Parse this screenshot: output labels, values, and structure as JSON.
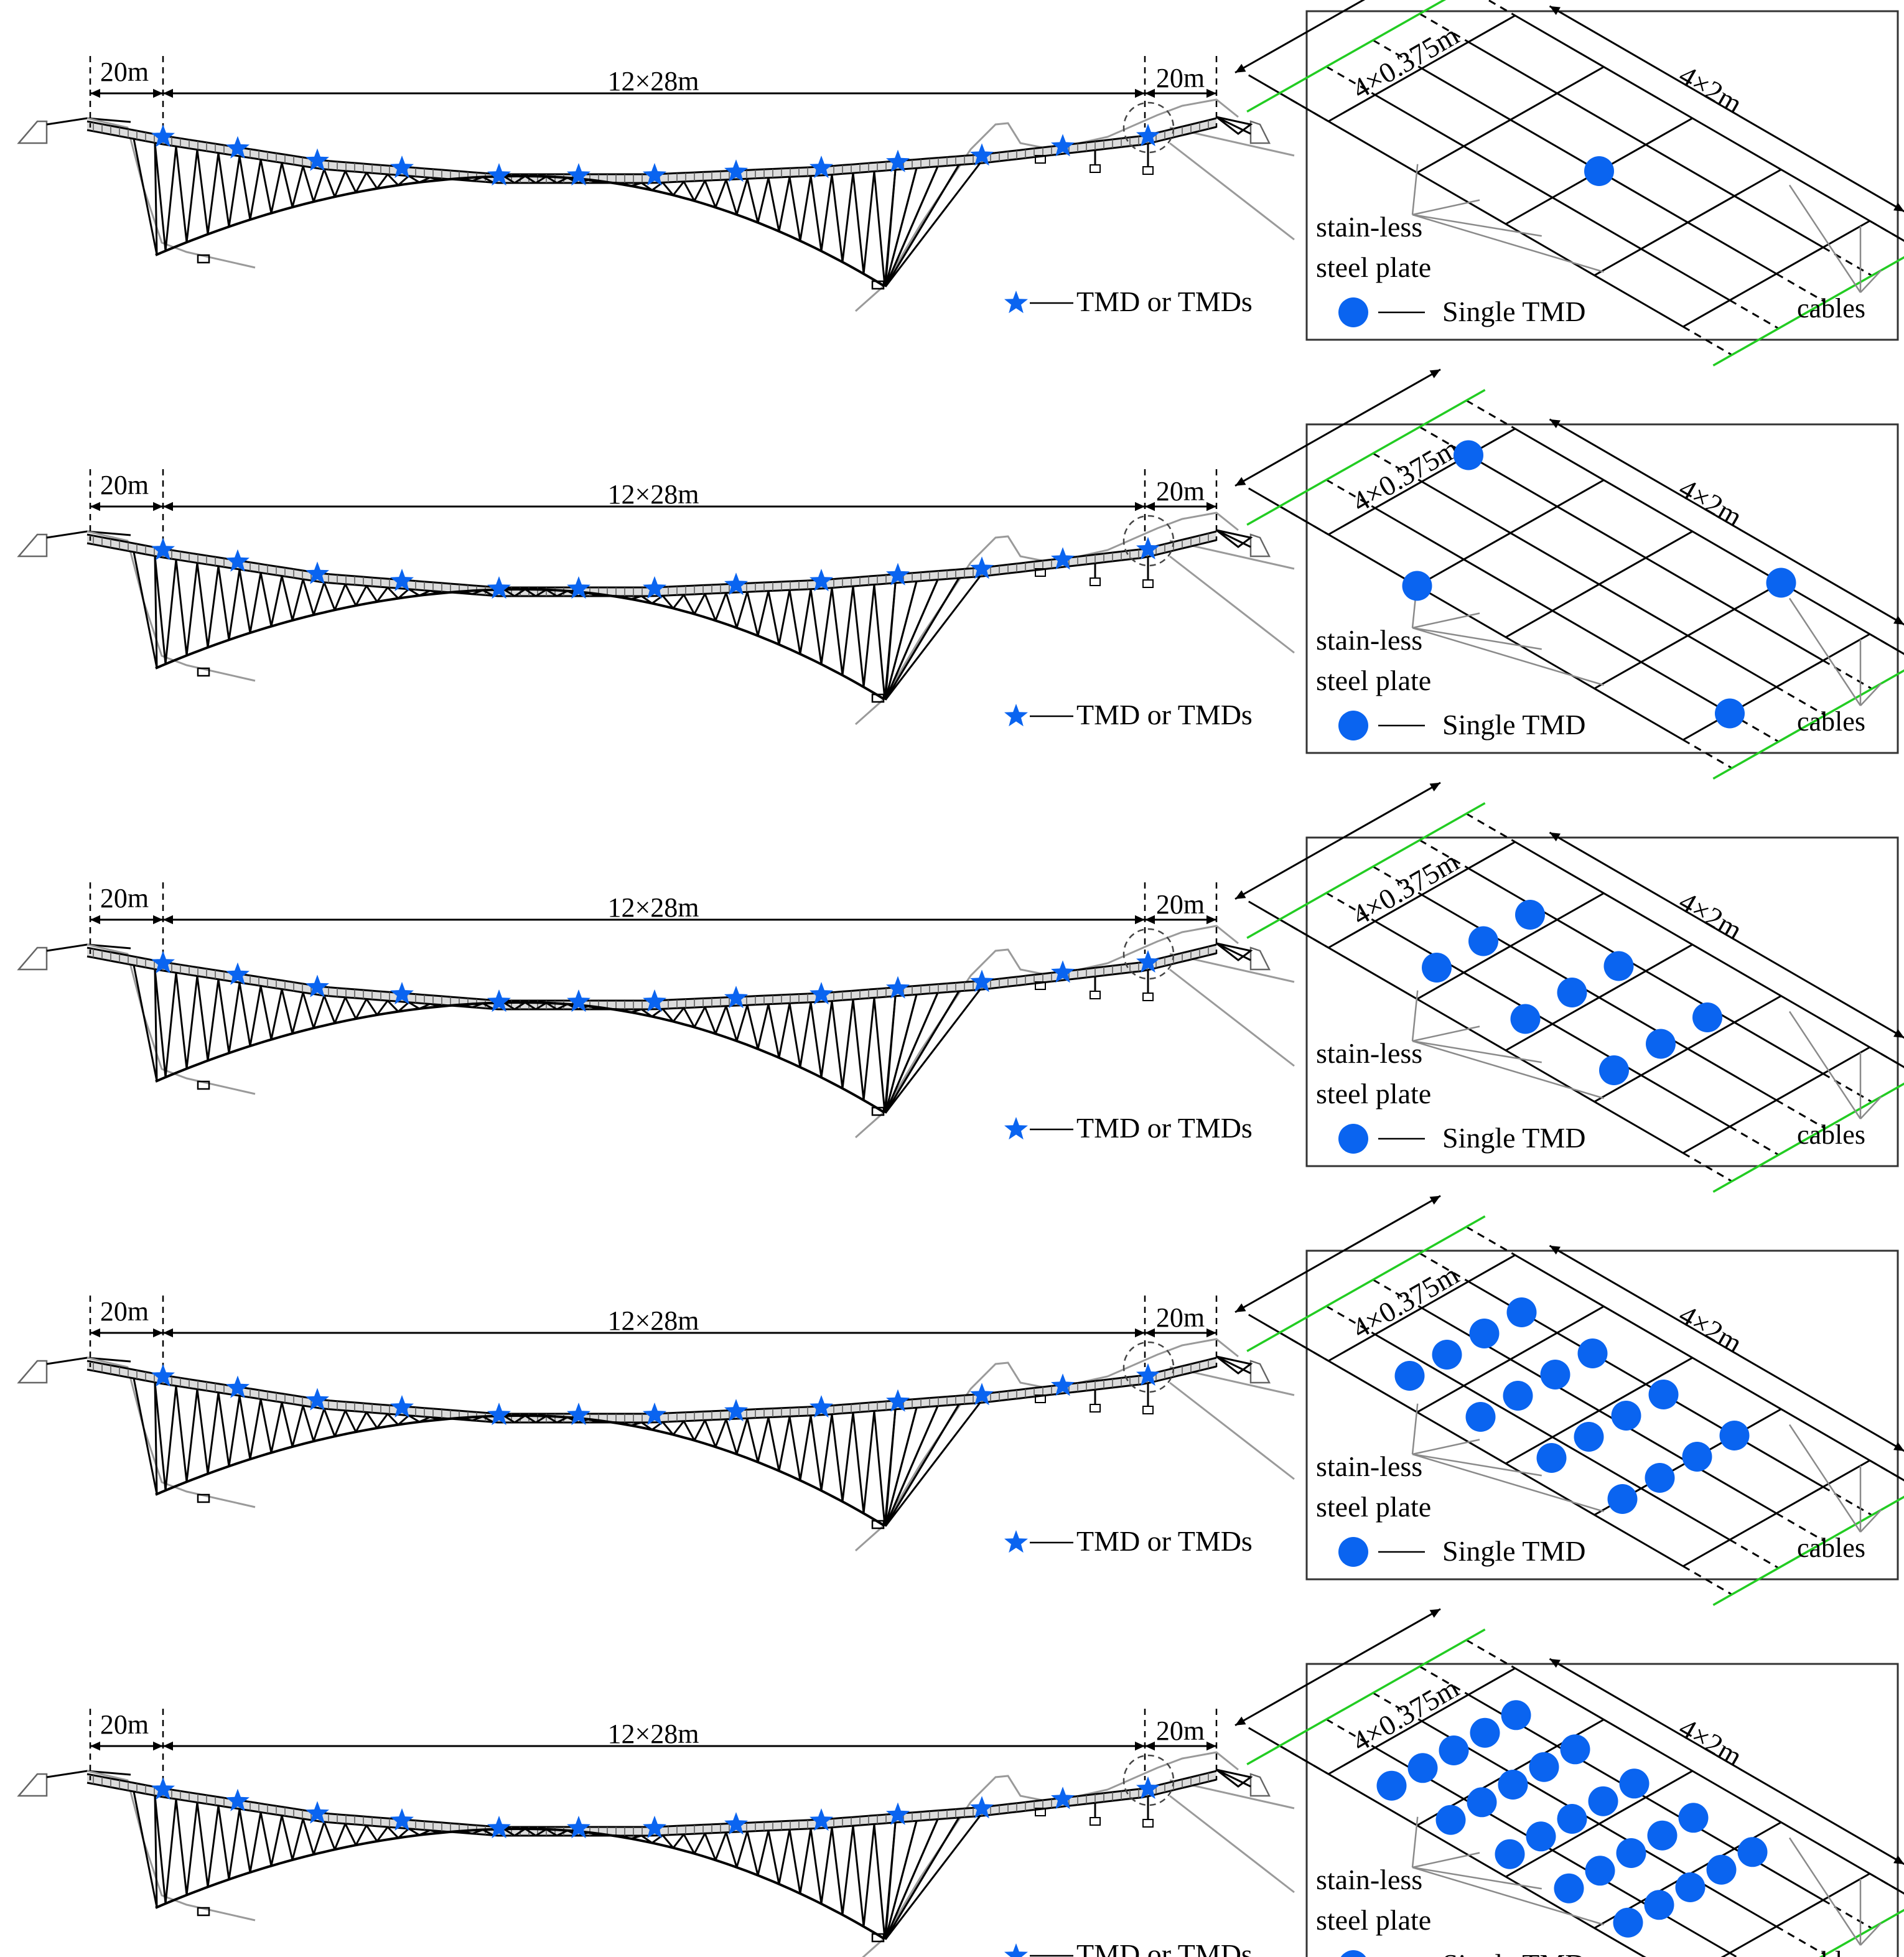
{
  "dimensions": {
    "left_span": "20m",
    "main_span": "12×28m",
    "right_span": "20m"
  },
  "legend": {
    "star_label": "TMD or TMDs",
    "circle_label": "Single TMD"
  },
  "detail": {
    "width_dim": "4×0.375m",
    "length_dim": "4×2m",
    "plate_label_line1": "stain-less",
    "plate_label_line2": "steel plate",
    "cables_label": "cables"
  },
  "colors": {
    "tmd": "#0a64f0",
    "cable_edge": "#22cc22",
    "ground": "#9a9a9a"
  },
  "panels": [
    {
      "tmd_count": 1
    },
    {
      "tmd_count": 4
    },
    {
      "tmd_count": 9
    },
    {
      "tmd_count": 16
    },
    {
      "tmd_count": 25
    }
  ]
}
